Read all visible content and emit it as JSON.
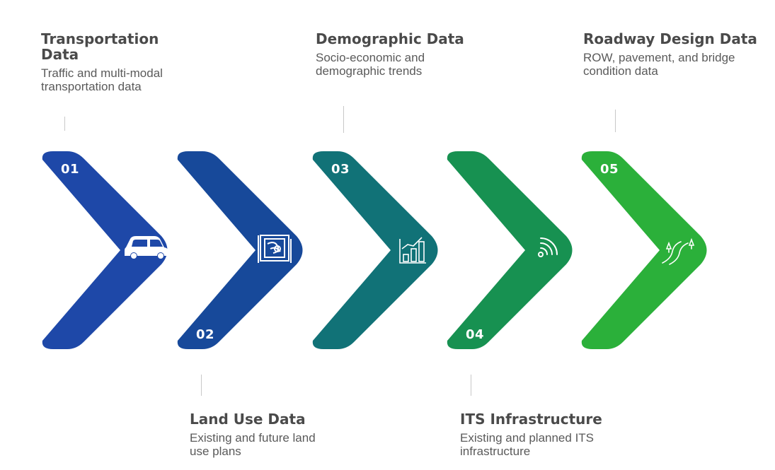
{
  "steps": [
    {
      "number": "01",
      "title": "Transportation Data",
      "description": "Traffic and multi-modal transportation data",
      "color": "#1e48a8",
      "icon": "car-icon"
    },
    {
      "number": "02",
      "title": "Land Use Data",
      "description": "Existing and future land use plans",
      "color": "#17499a",
      "icon": "map-icon"
    },
    {
      "number": "03",
      "title": "Demographic Data",
      "description": "Socio-economic and demographic trends",
      "color": "#117277",
      "icon": "bar-chart-icon"
    },
    {
      "number": "04",
      "title": "ITS Infrastructure",
      "description": "Existing and planned ITS infrastructure",
      "color": "#179151",
      "icon": "wifi-icon"
    },
    {
      "number": "05",
      "title": "Roadway Design Data",
      "description": "ROW, pavement, and bridge condition data",
      "color": "#2bb03a",
      "icon": "road-icon"
    }
  ]
}
